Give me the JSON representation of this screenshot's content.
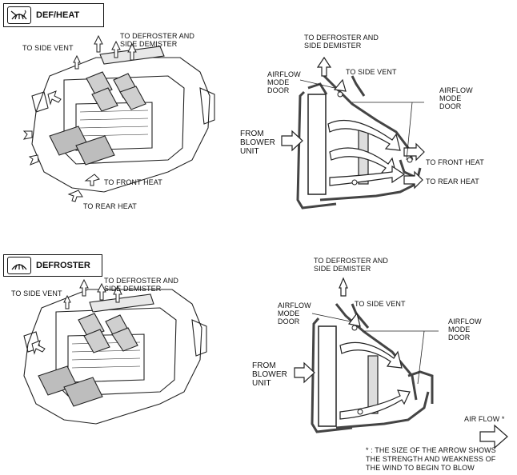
{
  "top": {
    "mode_label": "DEF/HEAT",
    "left_labels": {
      "to_defroster": "TO DEFROSTER AND\nSIDE DEMISTER",
      "to_side_vent": "TO SIDE VENT",
      "to_front_heat": "TO FRONT HEAT",
      "to_rear_heat": "TO REAR HEAT"
    },
    "right_labels": {
      "to_defroster": "TO DEFROSTER AND\nSIDE DEMISTER",
      "to_side_vent": "TO SIDE VENT",
      "airflow_mode_door_left": "AIRFLOW\nMODE\nDOOR",
      "airflow_mode_door_right": "AIRFLOW\nMODE\nDOOR",
      "from_blower_unit": "FROM\nBLOWER\nUNIT",
      "to_front_heat": "TO FRONT HEAT",
      "to_rear_heat": "TO REAR HEAT"
    }
  },
  "bottom": {
    "mode_label": "DEFROSTER",
    "left_labels": {
      "to_defroster": "TO DEFROSTER AND\nSIDE DEMISTER",
      "to_side_vent": "TO SIDE VENT"
    },
    "right_labels": {
      "to_defroster": "TO DEFROSTER AND\nSIDE DEMISTER",
      "to_side_vent": "TO SIDE VENT",
      "airflow_mode_door_left": "AIRFLOW\nMODE\nDOOR",
      "airflow_mode_door_right": "AIRFLOW\nMODE\nDOOR",
      "from_blower_unit": "FROM\nBLOWER\nUNIT"
    }
  },
  "legend": {
    "air_flow": "AIR FLOW *",
    "note": "* : THE SIZE OF THE ARROW SHOWS\nTHE STRENGTH AND WEAKNESS OF\nTHE WIND TO BEGIN TO BLOW"
  },
  "icons": {
    "top_mode_icon": "def-heat-icon",
    "bottom_mode_icon": "defroster-icon"
  }
}
